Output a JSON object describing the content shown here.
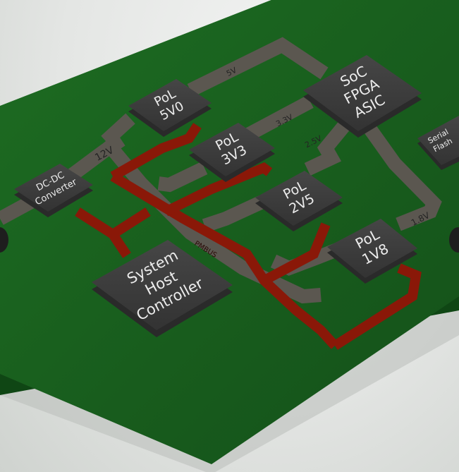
{
  "board": {
    "chips": {
      "dcdc": [
        "DC-DC",
        "Converter"
      ],
      "pol5v0": [
        "PoL",
        "5V0"
      ],
      "pol3v3": [
        "PoL",
        "3V3"
      ],
      "pol2v5": [
        "PoL",
        "2V5"
      ],
      "pol1v8": [
        "PoL",
        "1V8"
      ],
      "soc": [
        "SoC",
        "FPGA",
        "ASIC"
      ],
      "host": [
        "System",
        "Host",
        "Controller"
      ],
      "flash": [
        "Serial",
        "Flash"
      ]
    },
    "rails": {
      "v12": "12V",
      "v5": "5V",
      "v33": "3.3V",
      "v25": "2.5V",
      "v18": "1.8V"
    },
    "bus": "PMBUS"
  },
  "colors": {
    "pcb": "#19621e",
    "pcb_edge": "#0d4212",
    "power_trace": "#5b5750",
    "pmbus_trace": "#8a1808",
    "chip_body": "#3e3e3e",
    "chip_text": "#ececec"
  }
}
